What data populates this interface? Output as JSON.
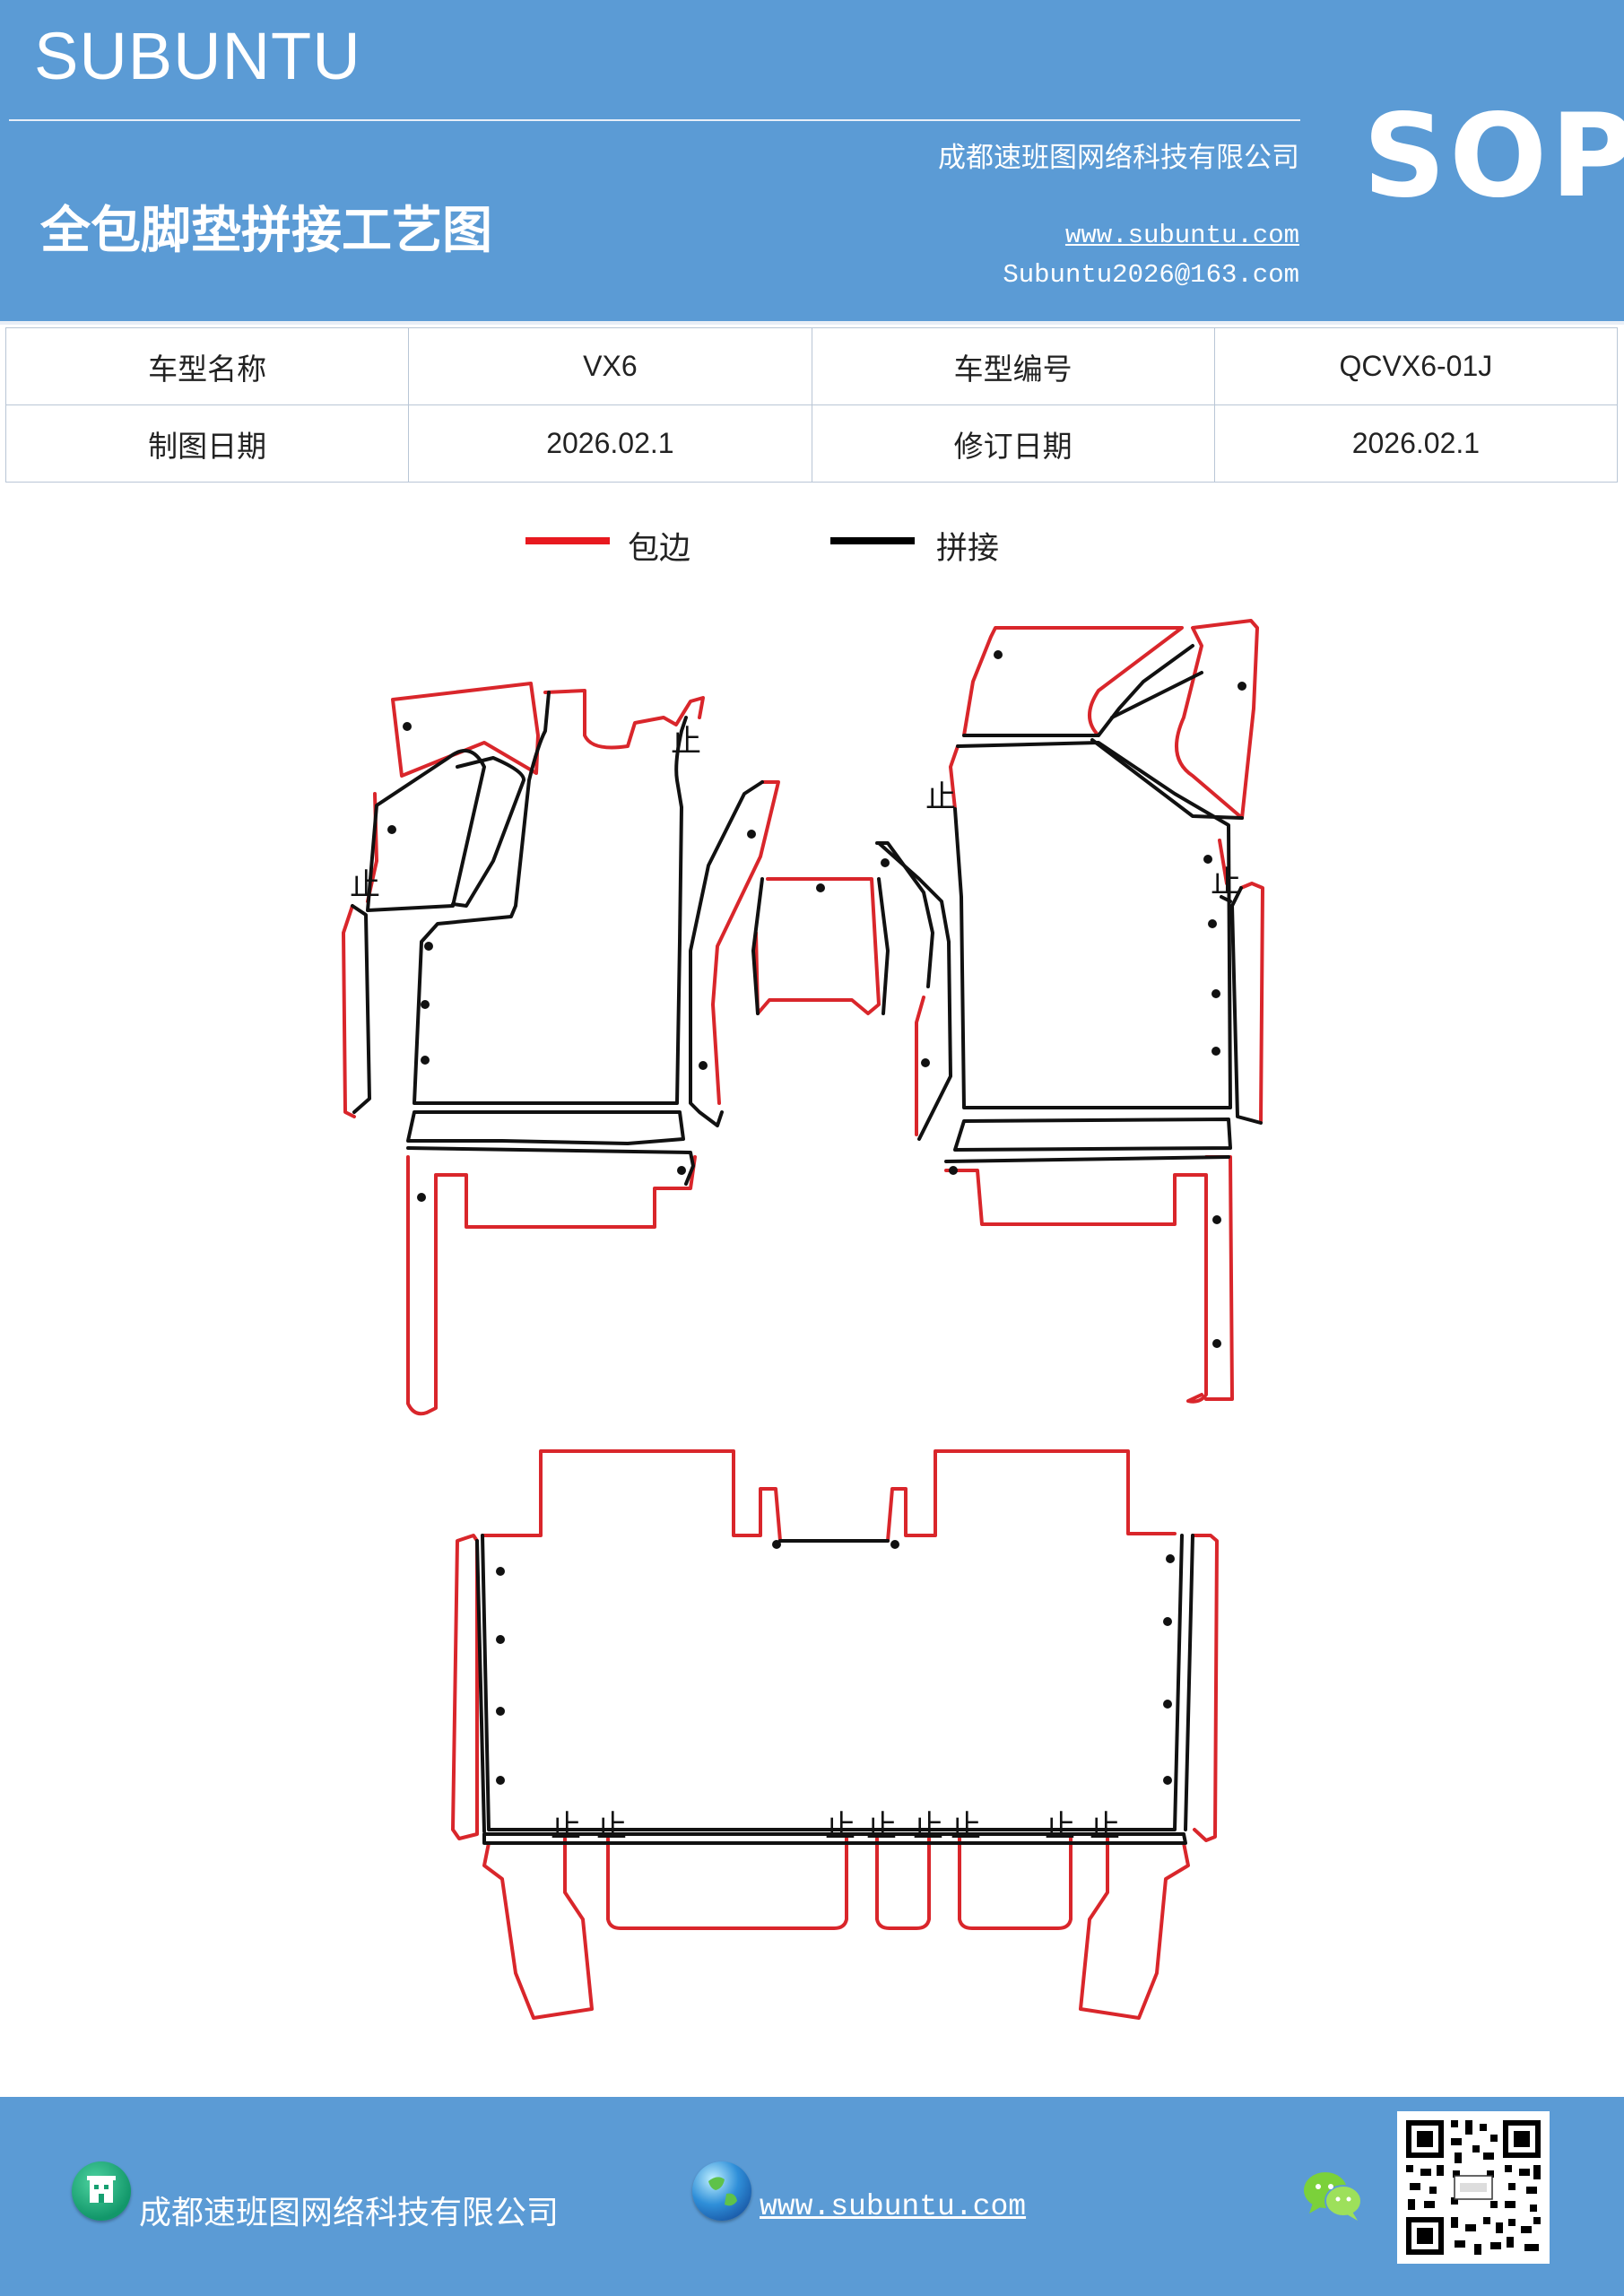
{
  "header": {
    "brand": "SUBUNTU",
    "company": "成都速班图网络科技有限公司",
    "title": "全包脚垫拼接工艺图",
    "website": "www.subuntu.com",
    "email": "Subuntu2026@163.com",
    "badge": "SOP"
  },
  "info_table": {
    "rows": [
      [
        "车型名称",
        "VX6",
        "车型编号",
        "QCVX6-01J"
      ],
      [
        "制图日期",
        "2026.02.1",
        "修订日期",
        "2026.02.1"
      ]
    ]
  },
  "legend": [
    {
      "label": "包边",
      "color": "#e8191f"
    },
    {
      "label": "拼接",
      "color": "#000000"
    }
  ],
  "drawing": {
    "stop_mark": "止",
    "edge_color": "#d9262b",
    "seam_color": "#111111"
  },
  "footer": {
    "company": "成都速班图网络科技有限公司",
    "website": "www.subuntu.com",
    "icons": [
      "building-icon",
      "globe-icon",
      "wechat-icon",
      "qr-code"
    ]
  }
}
